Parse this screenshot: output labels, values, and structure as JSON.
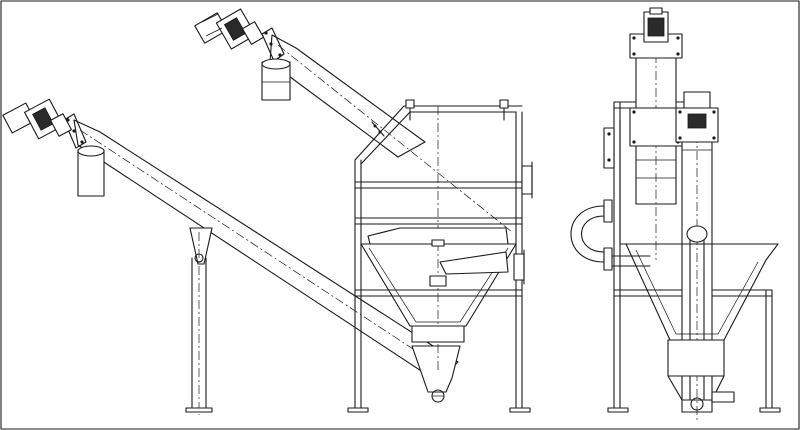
{
  "drawing": {
    "background": "#ffffff",
    "line_color": "#1a1a1a",
    "views": [
      "side-elevation",
      "end-elevation"
    ],
    "components": [
      "lower-screw-conveyor",
      "upper-screw-conveyor",
      "hopper-frame",
      "bag-dump-hopper",
      "drive-motor",
      "support-leg"
    ]
  }
}
